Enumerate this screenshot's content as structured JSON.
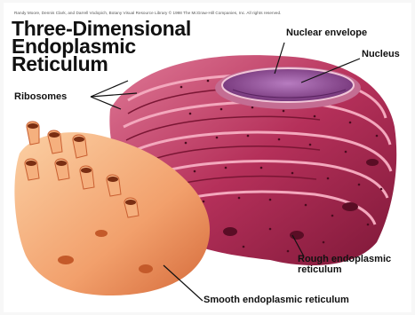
{
  "credit": "Randy Moore, Dennis Clark, and Darrell Vodopich, Botany Visual Resource Library © 1998 The McGraw-Hill Companies, Inc. All rights reserved.",
  "title": {
    "line1": "Three-Dimensional",
    "line2": "Endoplasmic",
    "line3": "Reticulum"
  },
  "labels": {
    "nuclear_envelope": "Nuclear envelope",
    "nucleus": "Nucleus",
    "ribosomes": "Ribosomes",
    "rough_er_line1": "Rough endoplasmic",
    "rough_er_line2": "reticulum",
    "smooth_er": "Smooth endoplasmic reticulum"
  },
  "colors": {
    "rough_er": "#b5305a",
    "rough_er_light": "#e07a97",
    "nucleus": "#8a4a8c",
    "smooth_er": "#f2a06c",
    "smooth_er_dark": "#d56a3a"
  }
}
